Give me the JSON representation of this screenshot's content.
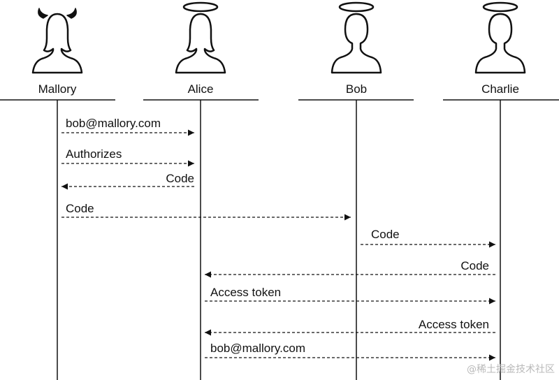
{
  "actors": [
    {
      "id": "mallory",
      "label": "Mallory",
      "role": "devil"
    },
    {
      "id": "alice",
      "label": "Alice",
      "role": "angel-female"
    },
    {
      "id": "bob",
      "label": "Bob",
      "role": "angel-male"
    },
    {
      "id": "charlie",
      "label": "Charlie",
      "role": "angel-male"
    }
  ],
  "messages": [
    {
      "from": "mallory",
      "to": "alice",
      "label": "bob@mallory.com"
    },
    {
      "from": "mallory",
      "to": "alice",
      "label": "Authorizes"
    },
    {
      "from": "alice",
      "to": "mallory",
      "label": "Code"
    },
    {
      "from": "mallory",
      "to": "bob",
      "label": "Code"
    },
    {
      "from": "bob",
      "to": "charlie",
      "label": "Code"
    },
    {
      "from": "charlie",
      "to": "alice",
      "label": "Code"
    },
    {
      "from": "alice",
      "to": "charlie",
      "label": "Access token"
    },
    {
      "from": "charlie",
      "to": "alice",
      "label": "Access token"
    },
    {
      "from": "alice",
      "to": "charlie",
      "label": "bob@mallory.com"
    }
  ],
  "watermark": "@稀土掘金技术社区",
  "colors": {
    "line": "#111111",
    "watermark": "#b9b9b9"
  }
}
